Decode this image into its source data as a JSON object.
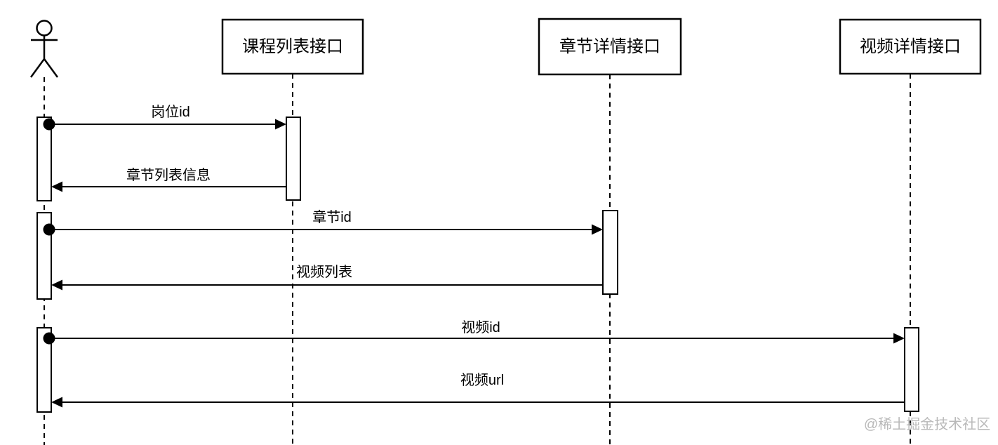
{
  "diagram_type": "uml-sequence",
  "colors": {
    "line": "#000000",
    "background": "#ffffff",
    "watermark_text": "#b9b9b9"
  },
  "actor": {
    "icon": "stick-figure-actor"
  },
  "participants": [
    {
      "label": "课程列表接口"
    },
    {
      "label": "章节详情接口"
    },
    {
      "label": "视频详情接口"
    }
  ],
  "messages": [
    {
      "label": "岗位id",
      "from": "actor",
      "to": "课程列表接口",
      "direction": "right"
    },
    {
      "label": "章节列表信息",
      "from": "课程列表接口",
      "to": "actor",
      "direction": "left"
    },
    {
      "label": "章节id",
      "from": "actor",
      "to": "章节详情接口",
      "direction": "right"
    },
    {
      "label": "视频列表",
      "from": "章节详情接口",
      "to": "actor",
      "direction": "left"
    },
    {
      "label": "视频id",
      "from": "actor",
      "to": "视频详情接口",
      "direction": "right"
    },
    {
      "label": "视频url",
      "from": "视频详情接口",
      "to": "actor",
      "direction": "left"
    }
  ],
  "watermark": "@稀土掘金技术社区"
}
